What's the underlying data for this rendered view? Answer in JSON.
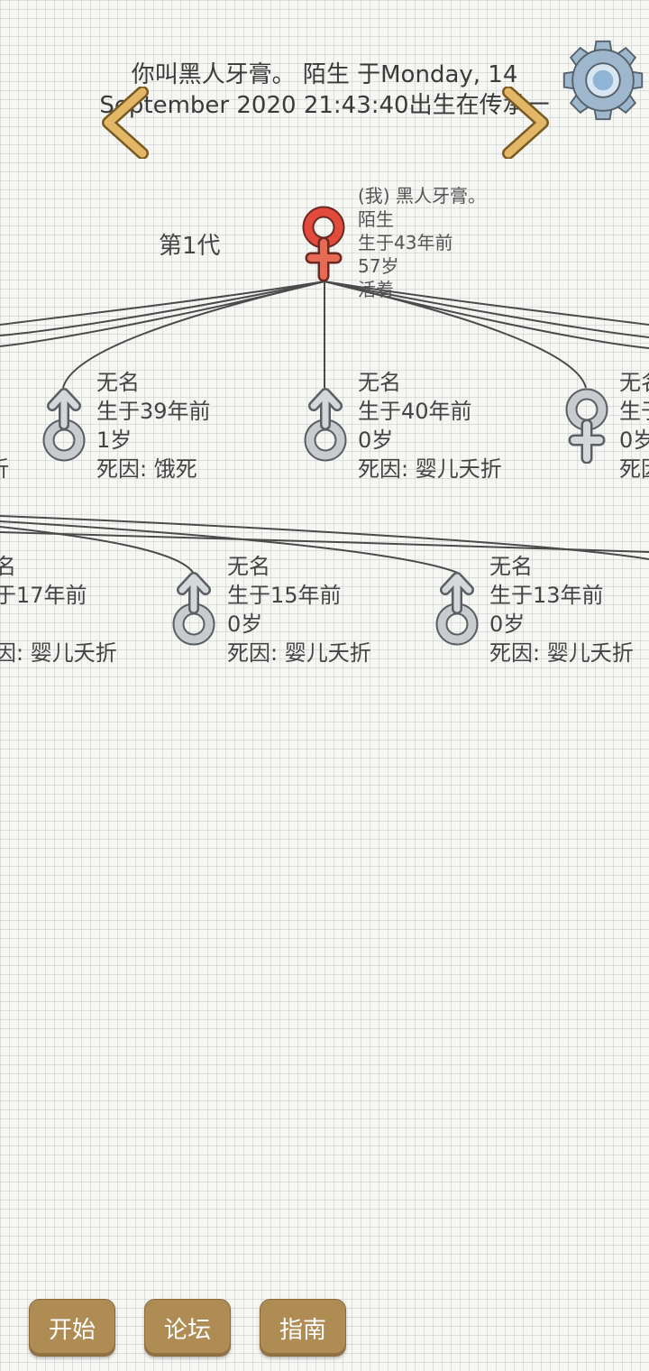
{
  "header": {
    "line1": "你叫黑人牙膏。 陌生 于Monday, 14",
    "line2": "September 2020 21:43:40出生在传承一"
  },
  "generation_label": "第1代",
  "me": {
    "line1": "(我) 黑人牙膏。",
    "line2": "陌生",
    "line3": "生于43年前",
    "line4": "57岁",
    "line5": "活着"
  },
  "row1": [
    {
      "name": "",
      "born": "",
      "age": "",
      "status": "折"
    },
    {
      "name": "无名",
      "born": "生于39年前",
      "age": "1岁",
      "status": "死因: 饿死"
    },
    {
      "name": "无名",
      "born": "生于40年前",
      "age": "0岁",
      "status": "死因: 婴儿夭折"
    },
    {
      "name": "无名",
      "born": "生于",
      "age": "0岁",
      "status": "死因"
    }
  ],
  "row2": [
    {
      "name": "名",
      "born": "于17年前",
      "age": "",
      "status": "因: 婴儿夭折"
    },
    {
      "name": "无名",
      "born": "生于15年前",
      "age": "0岁",
      "status": "死因: 婴儿夭折"
    },
    {
      "name": "无名",
      "born": "生于13年前",
      "age": "0岁",
      "status": "死因: 婴儿夭折"
    }
  ],
  "buttons": {
    "start": "开始",
    "forum": "论坛",
    "guide": "指南"
  },
  "colors": {
    "button_bg": "#b08c55",
    "female_self": "#e24a3c",
    "male": "#c9ccce",
    "arrow": "#e3b768"
  },
  "icons": [
    "gear-icon",
    "chevron-left-icon",
    "chevron-right-icon",
    "female-icon",
    "male-icon"
  ]
}
